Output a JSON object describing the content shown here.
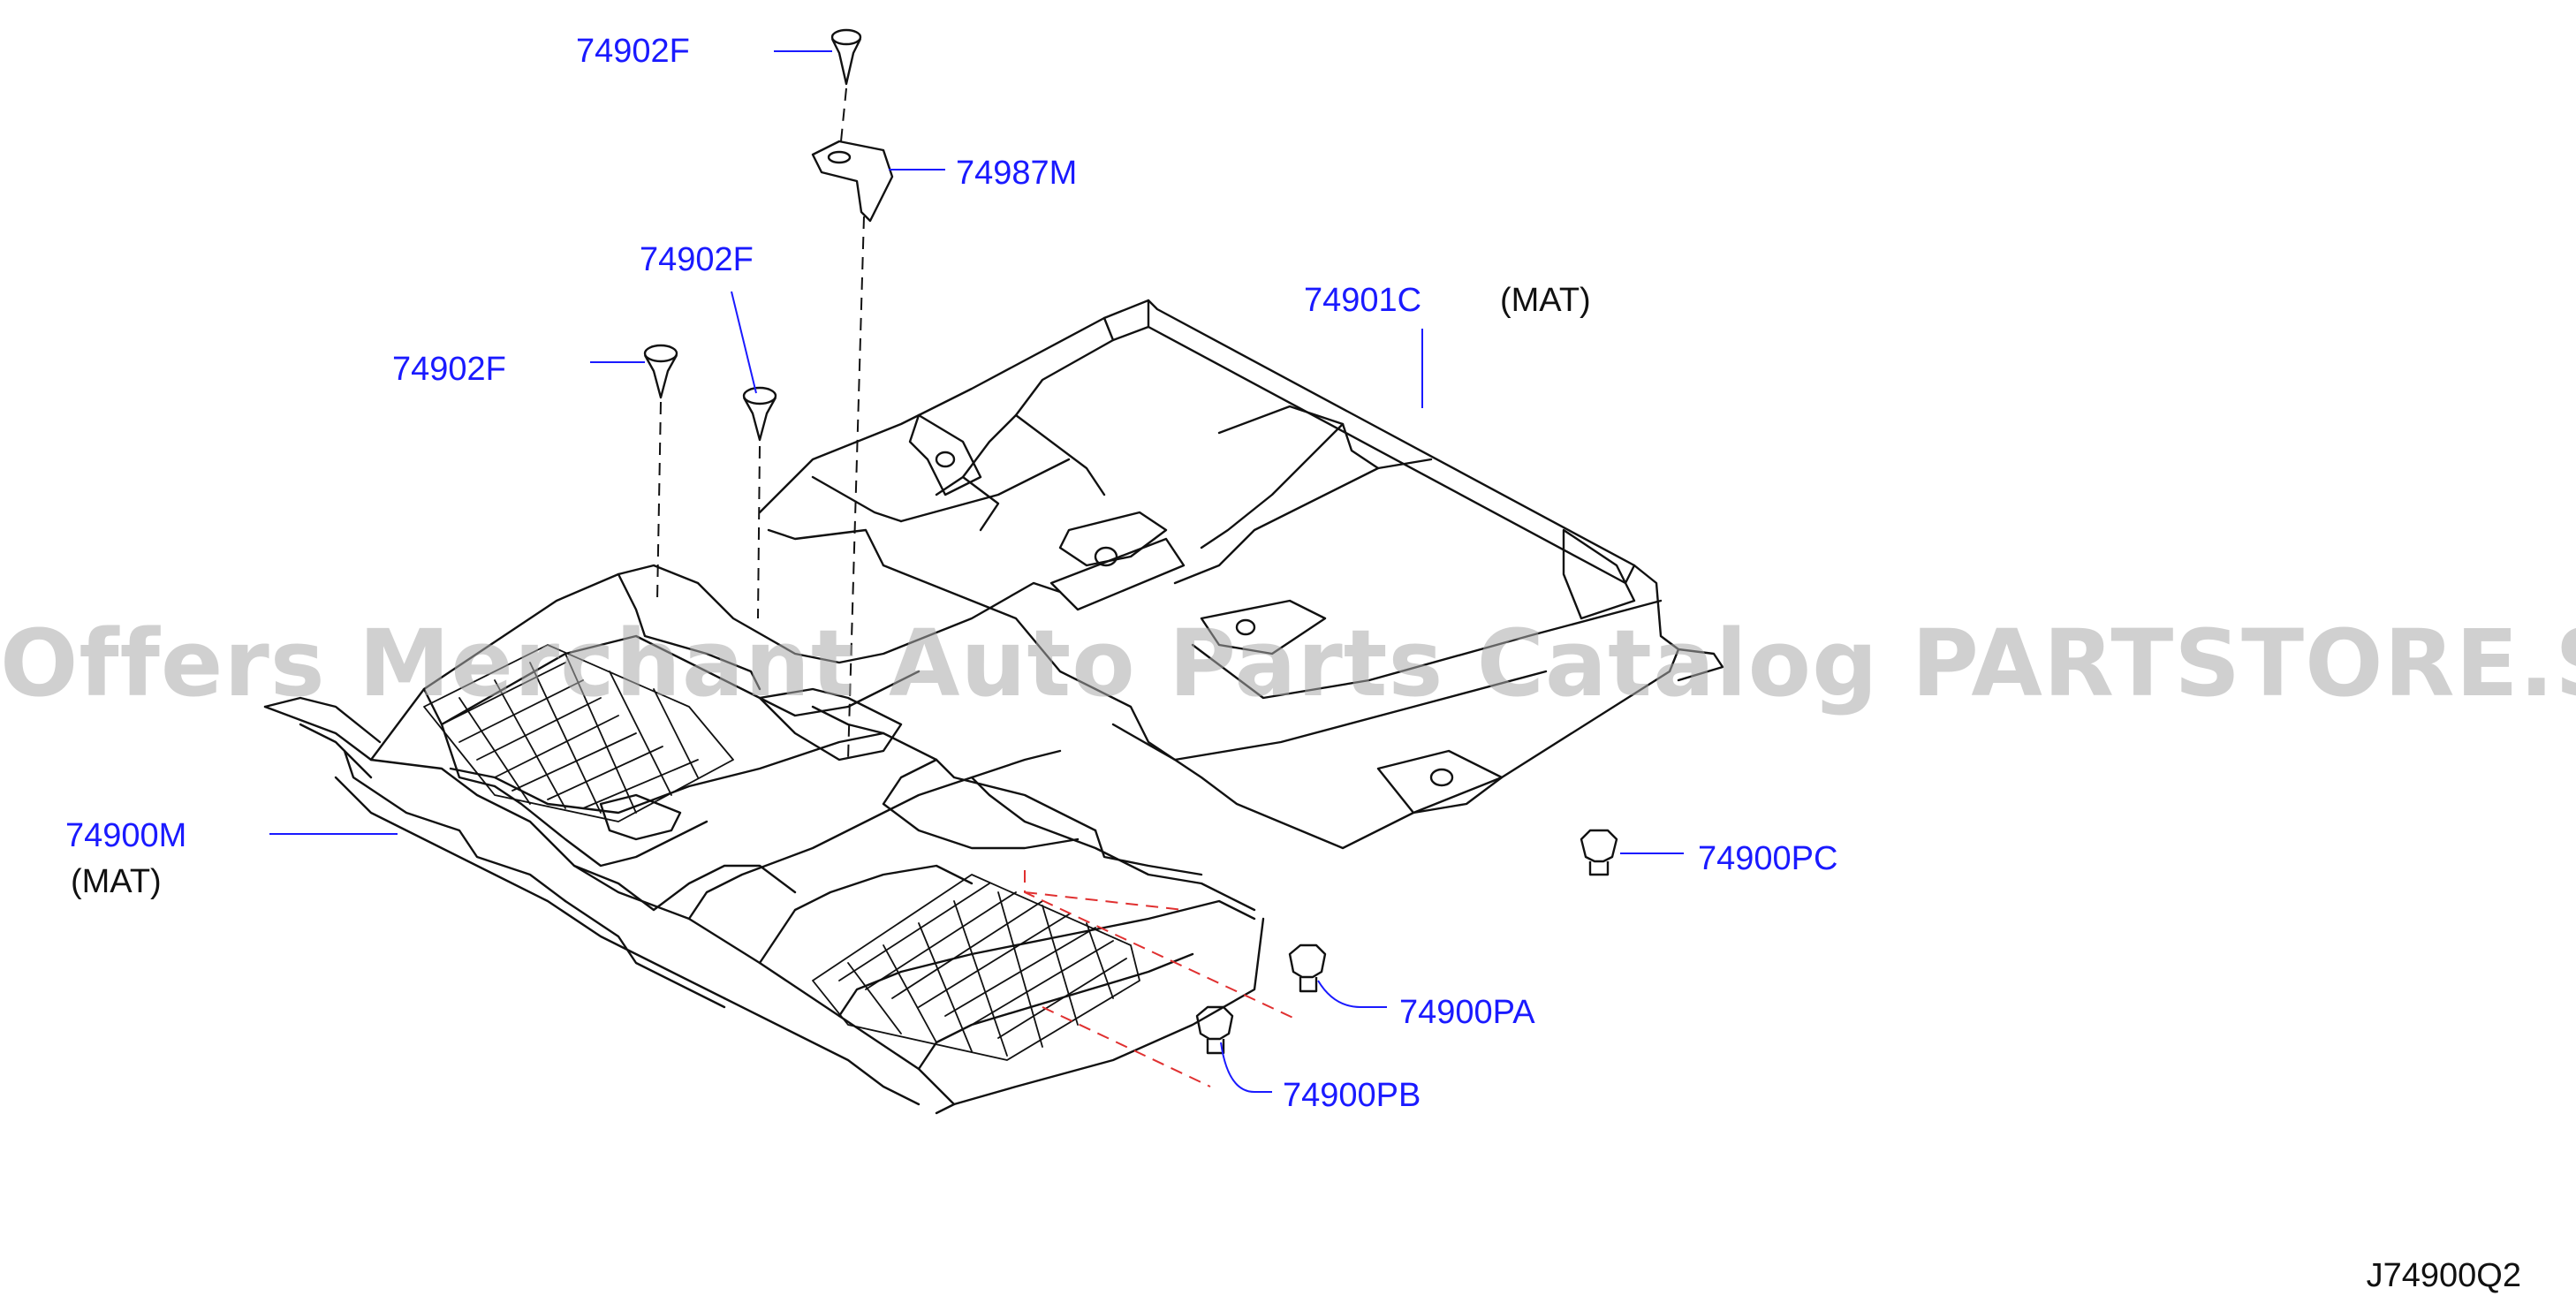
{
  "labels": {
    "l74902f_top": "74902F",
    "l74987m": "74987M",
    "l74902f_mid": "74902F",
    "l74902f_left": "74902F",
    "l74901c": "74901C",
    "l74901c_note": "(MAT)",
    "l74900m": "74900M",
    "l74900m_note": "(MAT)",
    "l74900pc": "74900PC",
    "l74900pa": "74900PA",
    "l74900pb": "74900PB"
  },
  "watermark": "Offers Merchant Auto Parts Catalog PARTSTORE.SA",
  "diagram_code": "J74900Q2",
  "colors": {
    "label": "#1a1aff",
    "leader": "#1a1aff",
    "line": "#111111",
    "red_dash": "#e03030",
    "watermark": "#aaaaaa"
  }
}
